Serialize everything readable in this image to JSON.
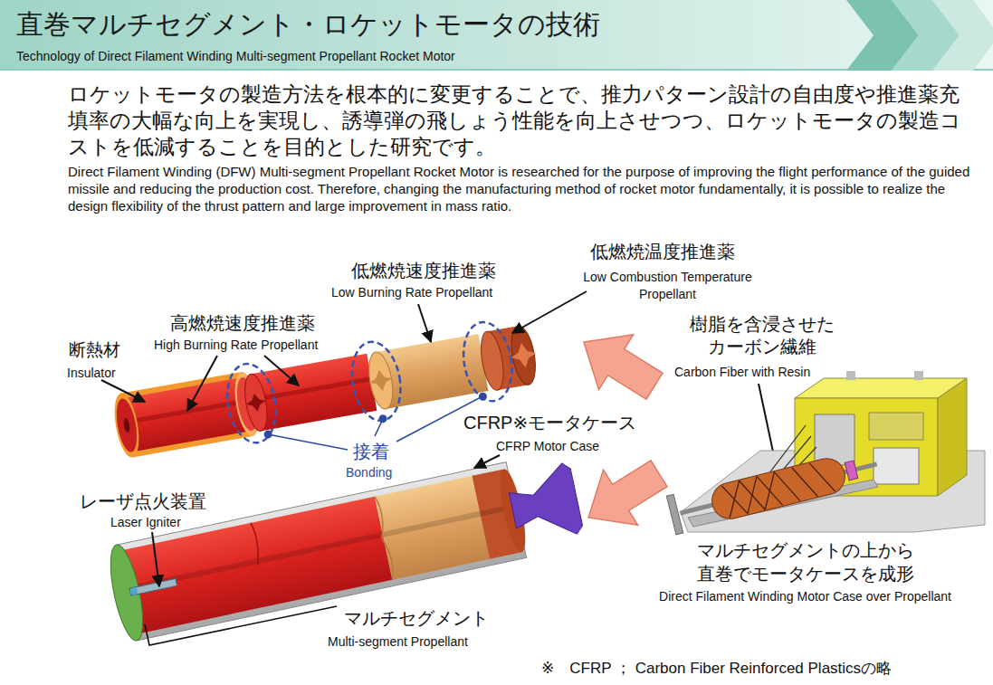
{
  "diagram": {
    "title": "直巻マルチセグメント・ロケットモータの技術",
    "labels": [
      "Technology of Direct Filament Winding Multi-segment Propellant Rocket Motor",
      "ロケットモータの製造方法を根本的に変更することで、推力パターン設計の自由度や推進薬充填率の大幅な向上を実現し、誘導弾の飛しょう性能を向上させつつ、ロケットモータの製造コストを低減することを目的とした研究です。",
      "Direct Filament Winding (DFW) Multi-segment Propellant Rocket Motor is researched for the purpose of improving the flight performance of the guided missile and reducing the production cost. Therefore, changing the manufacturing method of rocket motor fundamentally, it is possible to realize the design flexibility of the thrust pattern and large improvement in mass ratio.",
      "断熱材",
      "Insulator",
      "高燃焼速度推進薬",
      "High Burning Rate Propellant",
      "低燃焼速度推進薬",
      "Low Burning Rate Propellant",
      "低燃焼温度推進薬",
      "Low Combustion Temperature Propellant",
      "接着",
      "Bonding",
      "CFRP※モータケース",
      "CFRP Motor Case",
      "レーザ点火装置",
      "Laser Igniter",
      "マルチセグメント",
      "Multi-segment Propellant",
      "樹脂を含浸させた カーボン繊維",
      "Carbon Fiber with Resin",
      "マルチセグメントの上から 直巻でモータケースを成形",
      "Direct Filament Winding Motor Case over Propellant",
      "※　CFRP ； Carbon Fiber Reinforced Plasticsの略"
    ]
  }
}
